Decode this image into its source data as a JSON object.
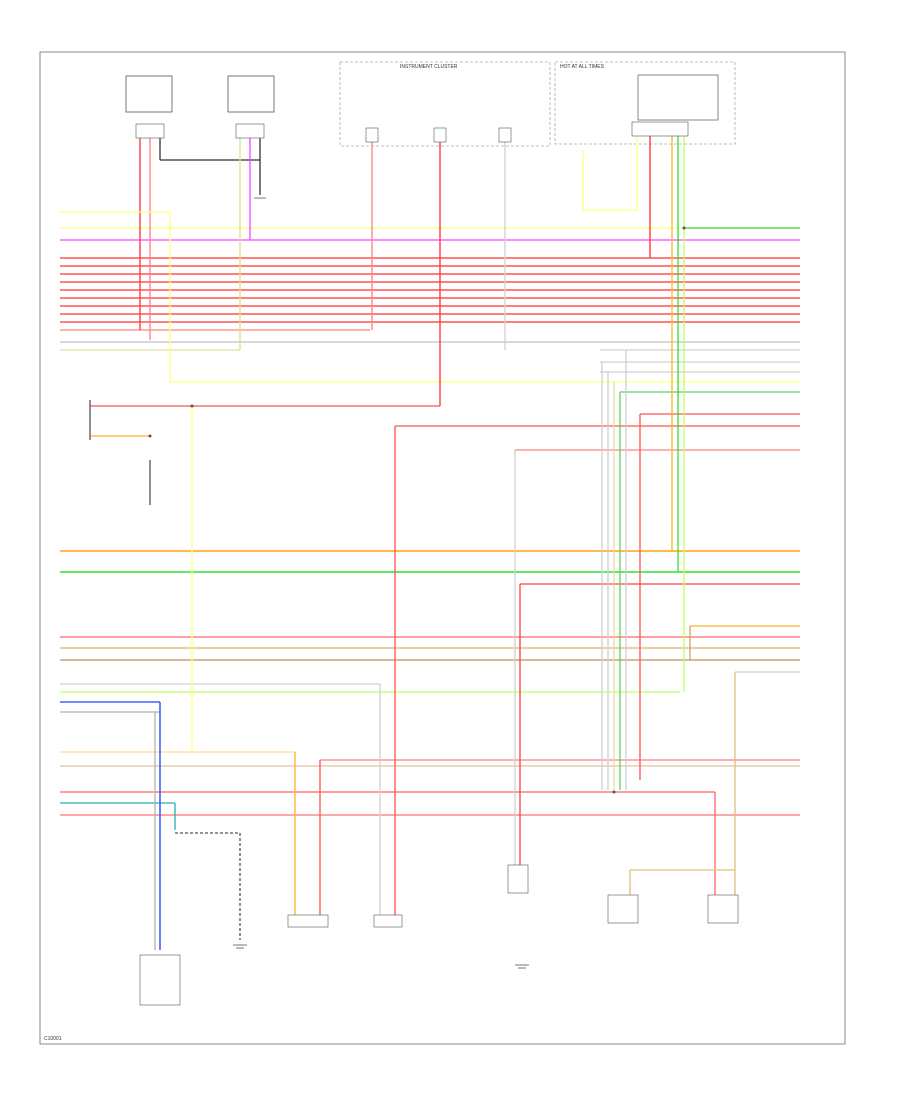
{
  "diagram": {
    "top_labels": {
      "instrument_cluster": "INSTRUMENT CLUSTER",
      "hot_at_all_times": "HOT AT ALL TIMES"
    },
    "footer_code": "C10001",
    "wire_colors": {
      "red": "#ff3030",
      "pink": "#ff9090",
      "yellow": "#ffff60",
      "magenta": "#ff40ff",
      "green": "#30e030",
      "light_green": "#c0ff60",
      "orange": "#ffb030",
      "blue": "#4060ff",
      "teal": "#20b0b0",
      "tan": "#e0c080",
      "gray": "#b0b0b0",
      "black": "#000000"
    }
  }
}
